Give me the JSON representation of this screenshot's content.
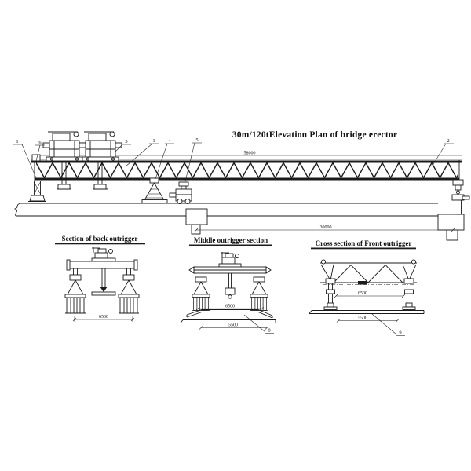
{
  "title": "30m/120tElevation Plan of bridge erector",
  "elevation": {
    "dim_total": "58000",
    "dim_span": "30000",
    "callouts": [
      {
        "label": "1"
      },
      {
        "label": "6"
      },
      {
        "label": "3"
      },
      {
        "label": "1"
      },
      {
        "label": "4"
      },
      {
        "label": "5"
      },
      {
        "label": "2"
      }
    ]
  },
  "sections": {
    "back": {
      "title": "Section of back outrigger",
      "dim_width": "6500"
    },
    "middle": {
      "title": "Middle outrigger section",
      "dim_width": "6500",
      "dim_base": "5500",
      "callout": "8"
    },
    "front": {
      "title": "Cross section of Front outrigger",
      "dim_width": "6500",
      "dim_base": "5500",
      "callout": "9"
    }
  }
}
